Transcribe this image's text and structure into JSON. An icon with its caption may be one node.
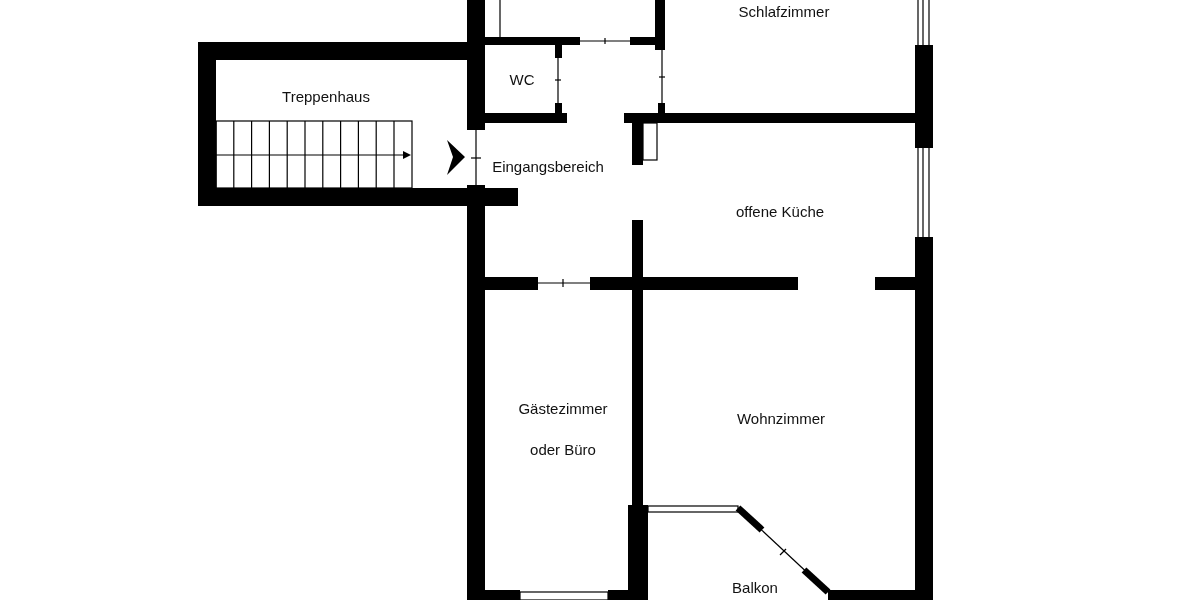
{
  "diagram": {
    "labels": [
      "Schlafzimmer",
      "Treppenhaus",
      "WC",
      "Eingangsbereich",
      "offene Küche",
      "Gästezimmer oder Büro",
      "Wohnzimmer",
      "Balkon"
    ]
  }
}
